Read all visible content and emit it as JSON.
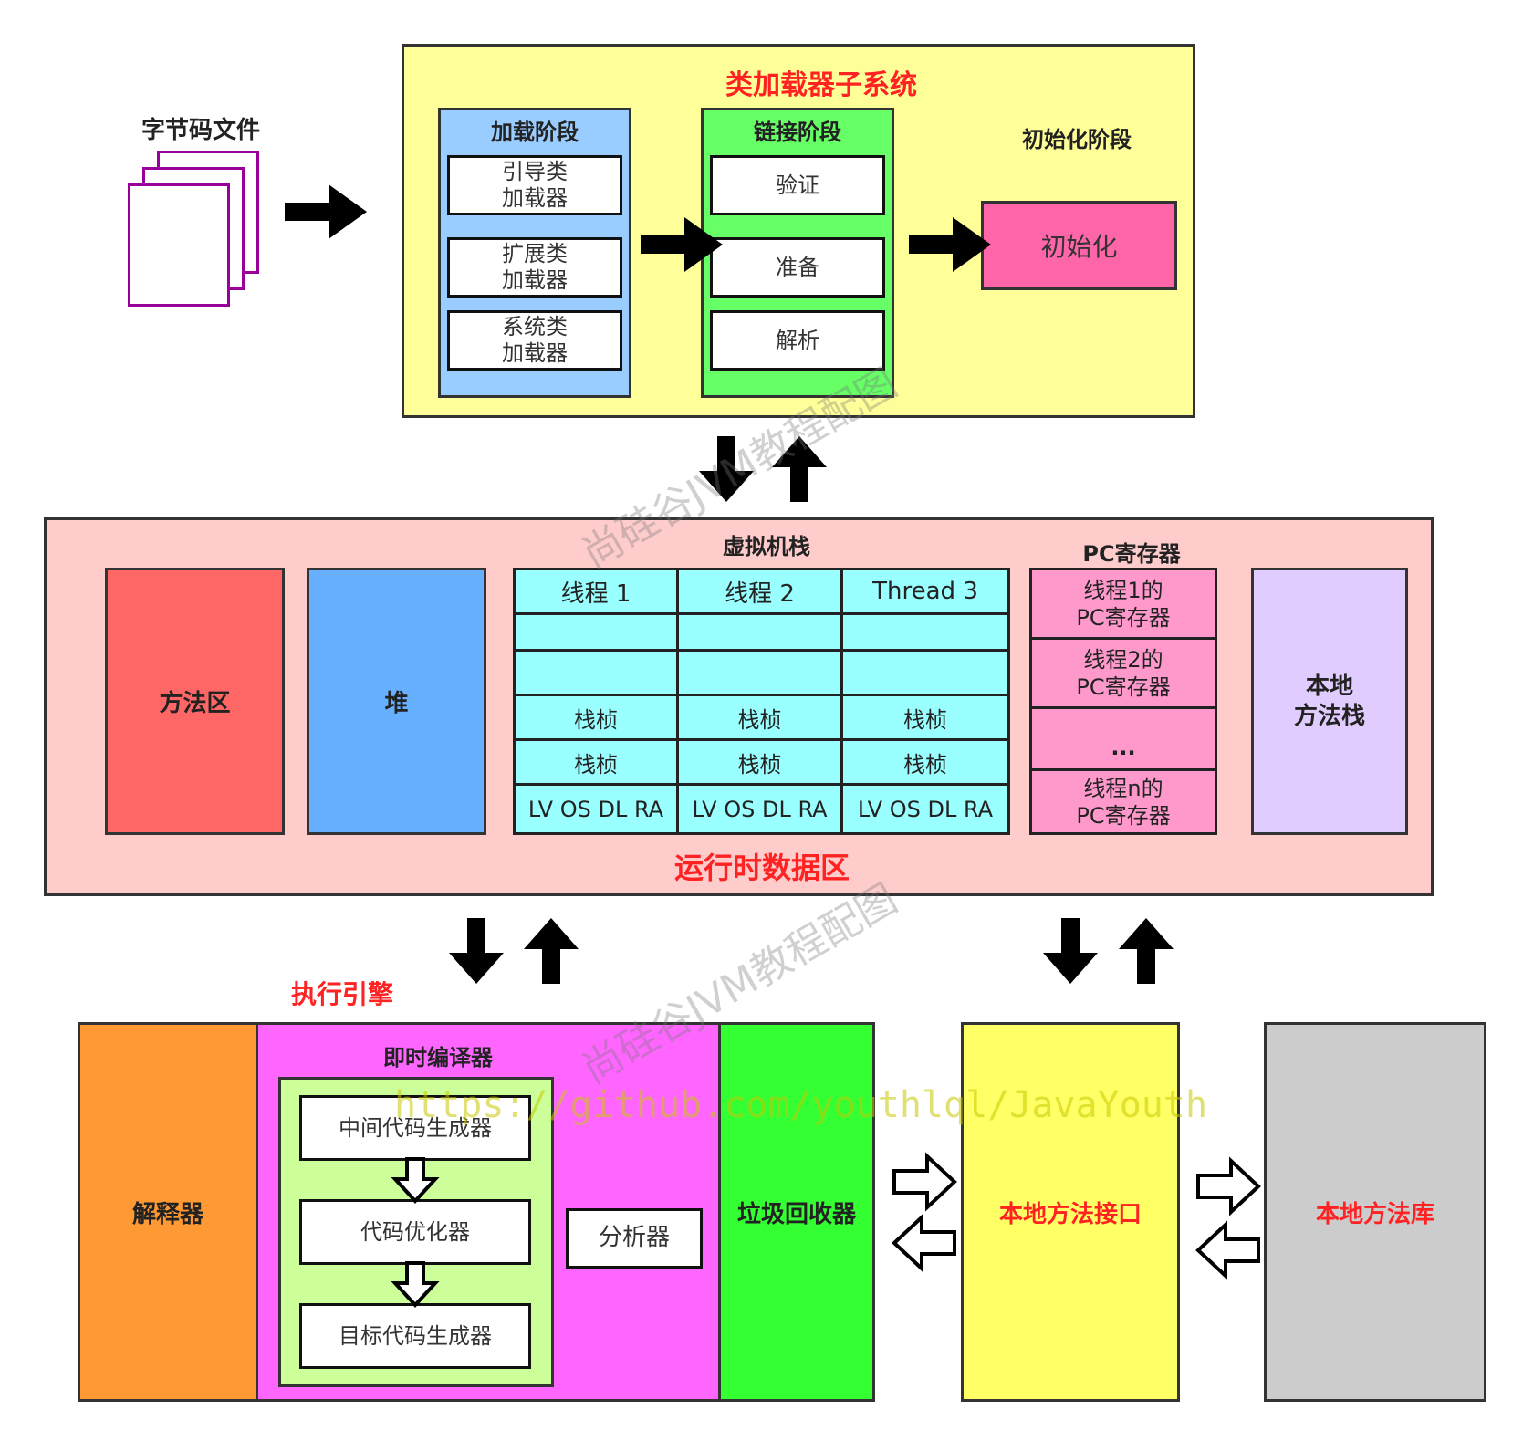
{
  "bytecode": {
    "label": "字节码文件"
  },
  "classloader": {
    "title": "类加载器子系统",
    "loading": {
      "title": "加载阶段",
      "items": [
        "引导类\n加载器",
        "扩展类\n加载器",
        "系统类\n加载器"
      ]
    },
    "linking": {
      "title": "链接阶段",
      "items": [
        "验证",
        "准备",
        "解析"
      ]
    },
    "init": {
      "title": "初始化阶段",
      "box": "初始化"
    }
  },
  "runtime": {
    "title": "运行时数据区",
    "method_area": "方法区",
    "heap": "堆",
    "vm_stack": {
      "title": "虚拟机栈",
      "threads": [
        "线程 1",
        "线程 2",
        "Thread 3"
      ],
      "frame_label": "栈桢",
      "frame_detail": "LV OS DL RA"
    },
    "pc": {
      "title": "PC寄存器",
      "items": [
        "线程1的\nPC寄存器",
        "线程2的\nPC寄存器",
        "...",
        "线程n的\nPC寄存器"
      ]
    },
    "native_stack": "本地\n方法栈"
  },
  "engine": {
    "title": "执行引擎",
    "interpreter": "解释器",
    "jit": {
      "title": "即时编译器",
      "steps": [
        "中间代码生成器",
        "代码优化器",
        "目标代码生成器"
      ],
      "analyzer": "分析器"
    },
    "gc": "垃圾回收器"
  },
  "native_interface": "本地方法接口",
  "native_library": "本地方法库",
  "watermark": {
    "text": "尚硅谷JVM教程配图",
    "url": "https://github.com/youthlql/JavaYouth"
  },
  "colors": {
    "classloader_bg": "#ffff99",
    "loading_bg": "#99ccff",
    "linking_bg": "#66ff66",
    "init_box": "#ff66aa",
    "runtime_bg": "#ffcccc",
    "method_area": "#ff6666",
    "heap": "#66b0ff",
    "stack_cell": "#99ffff",
    "pc_cell": "#ff99cc",
    "native_stack": "#e0ccff",
    "interpreter": "#ff9933",
    "jit_bg": "#ff66ff",
    "jit_inner": "#ccff99",
    "gc": "#33ff33",
    "native_interface": "#ffff66",
    "native_library": "#cccccc",
    "title_red": "#ff2222",
    "bytecode_border": "#990099"
  }
}
